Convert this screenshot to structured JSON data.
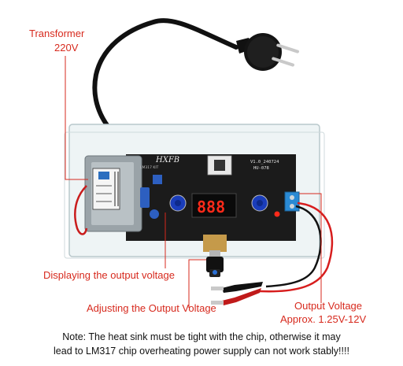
{
  "colors": {
    "label_red": "#d72a1e",
    "pcb": "#1b1b1b",
    "led_digits": "#ff2a1a",
    "wire_red": "#d71d1d",
    "acrylic": "#e9f1f3"
  },
  "labels": {
    "transformer_line1": "Transformer",
    "transformer_line2": "220V",
    "display": "Displaying the output voltage",
    "adjust": "Adjusting the Output Voltage",
    "output_line1": "Output Voltage",
    "output_line2": "Approx. 1.25V-12V"
  },
  "board": {
    "logo": "HXFB",
    "model_line1": "V1.0_240724",
    "model_line2": "HU-078",
    "small_text": "LM317 KIT",
    "display_reading": "888"
  },
  "note": {
    "line1": "Note: The heat sink must be tight with the chip, otherwise it may",
    "line2": "lead to LM317 chip overheating power supply can not work stably!!!!"
  }
}
